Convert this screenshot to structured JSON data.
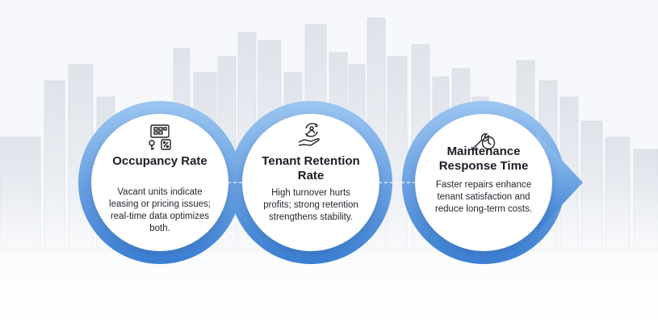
{
  "steps": [
    {
      "icon": "clipboard-building-percent-icon",
      "title": "Occupancy Rate",
      "description": "Vacant units indicate leasing or pricing issues; real-time data optimizes both."
    },
    {
      "icon": "hand-people-cycle-icon",
      "title": "Tenant Retention Rate",
      "description": "High turnover hurts profits; strong retention strengthens stability."
    },
    {
      "icon": "wrench-clock-icon",
      "title": "Maintenance Response Time",
      "description": "Faster repairs enhance tenant satisfaction and reduce long-term costs."
    }
  ],
  "colors": {
    "accent": "#3f86d9",
    "accent_light": "#8dbcee",
    "text": "#1b1f27"
  }
}
